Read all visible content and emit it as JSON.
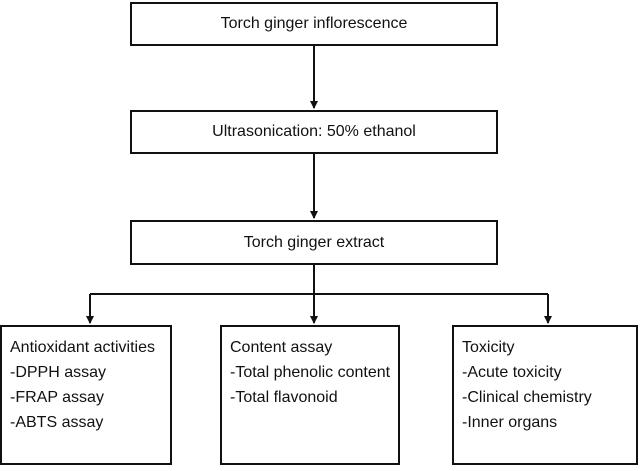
{
  "steps": [
    "Torch ginger inflorescence",
    "Ultrasonication: 50% ethanol",
    "Torch ginger extract"
  ],
  "branches": [
    {
      "title": "Antioxidant activities",
      "items": [
        "-DPPH assay",
        "-FRAP assay",
        "-ABTS assay"
      ]
    },
    {
      "title": "Content assay",
      "items": [
        "-Total phenolic content",
        "-Total flavonoid"
      ]
    },
    {
      "title": "Toxicity",
      "items": [
        "-Acute toxicity",
        "-Clinical chemistry",
        "-Inner organs"
      ]
    }
  ]
}
